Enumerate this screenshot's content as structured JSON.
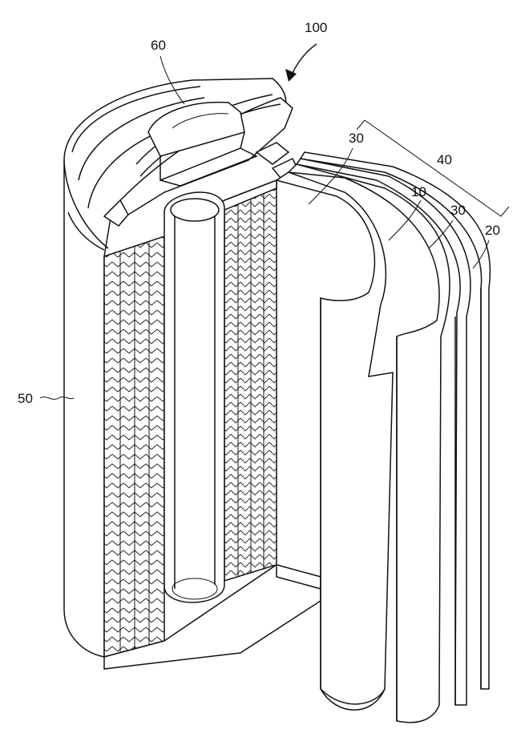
{
  "labels": {
    "battery": "100",
    "cap_assembly": "60",
    "electrode_assembly": "40",
    "separator_top": "30",
    "separator_right": "30",
    "first_electrode": "10",
    "second_electrode": "20",
    "can": "50"
  }
}
